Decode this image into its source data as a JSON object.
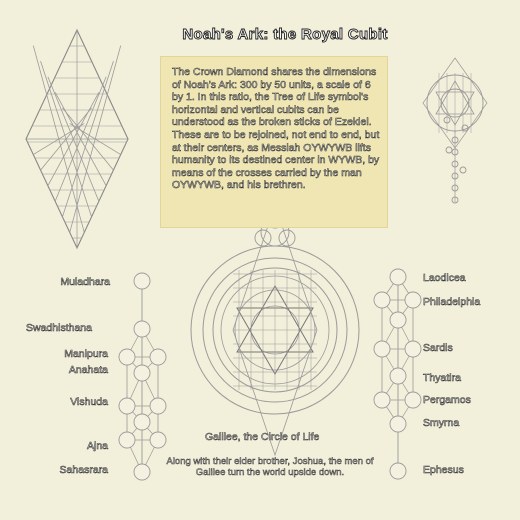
{
  "title": "Noah's Ark: the Royal Cubit",
  "paragraph": "The Crown Diamond shares the dimensions of Noah's Ark: 300 by 50 units, a scale of 6 by 1. In this ratio, the Tree of Life symbol's horizontal and vertical cubits can be understood as the broken sticks of Ezekiel. These are to be rejoined, not end to end, but at their centers, as Messiah OYWYWB lifts humanity to its destined center in WYWB, by means of the crosses carried by the man OYWYWB, and his brethren.",
  "left_labels": [
    "Muladhara",
    "Swadhisthana",
    "Manipura",
    "Anahata",
    "Vishuda",
    "Ajna",
    "Sahasrara"
  ],
  "right_labels": [
    "Laodicea",
    "Philadelphia",
    "Sardis",
    "Thyatira",
    "Pergamos",
    "Smyrna",
    "Ephesus"
  ],
  "center_caption": "Galilee, the Circle of Life",
  "subcaption": "Along with their elder brother, Joshua, the men of Galilee turn the world upside down.",
  "colors": {
    "background": "#f2efda",
    "textbox": "#efe6b3",
    "line": "#9a9a9a"
  }
}
